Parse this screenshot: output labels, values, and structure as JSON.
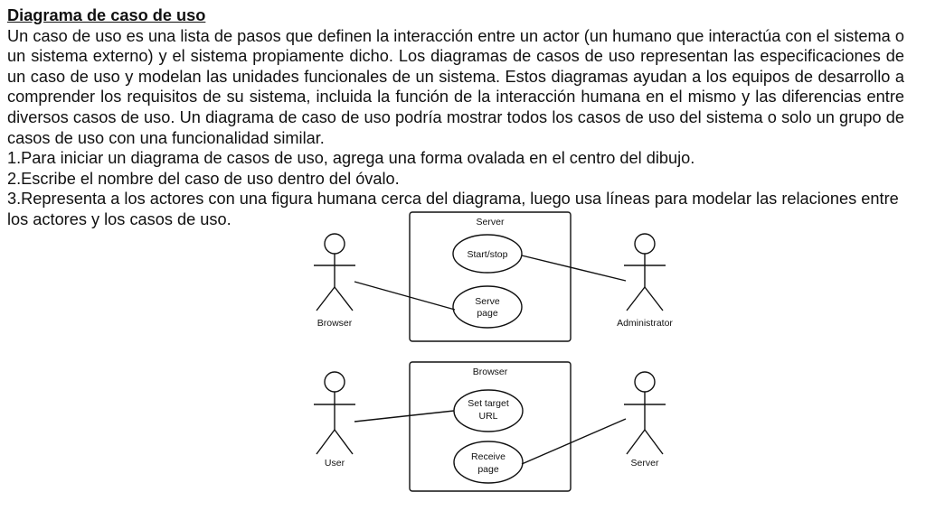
{
  "title": "Diagrama de caso de uso",
  "paragraph": "Un caso de uso es una lista de pasos que definen la interacción entre un actor (un humano que interactúa con el sistema o un sistema externo) y el sistema propiamente dicho. Los diagramas de casos de uso representan las especificaciones de un caso de uso y modelan las unidades funcionales de un sistema. Estos diagramas ayudan a los equipos de desarrollo a comprender los requisitos de su sistema, incluida la función de la interacción humana en el mismo y las diferencias entre diversos casos de uso. Un diagrama de caso de uso podría mostrar todos los casos de uso del sistema o solo un grupo de casos de uso con una funcionalidad similar.",
  "steps": [
    "1.Para iniciar un diagrama de casos de uso, agrega una forma ovalada en el centro del dibujo.",
    "2.Escribe el nombre del caso de uso dentro del óvalo.",
    "3.Representa a los actores con una figura humana cerca del diagrama, luego usa líneas para modelar las relaciones entre los actores y los casos de uso."
  ],
  "diagram1": {
    "system": "Server",
    "use_case_1": [
      "Start/stop"
    ],
    "use_case_2": [
      "Serve",
      "page"
    ],
    "actor_left": "Browser",
    "actor_right": "Administrator"
  },
  "diagram2": {
    "system": "Browser",
    "use_case_1": [
      "Set target",
      "URL"
    ],
    "use_case_2": [
      "Receive",
      "page"
    ],
    "actor_left": "User",
    "actor_right": "Server"
  }
}
